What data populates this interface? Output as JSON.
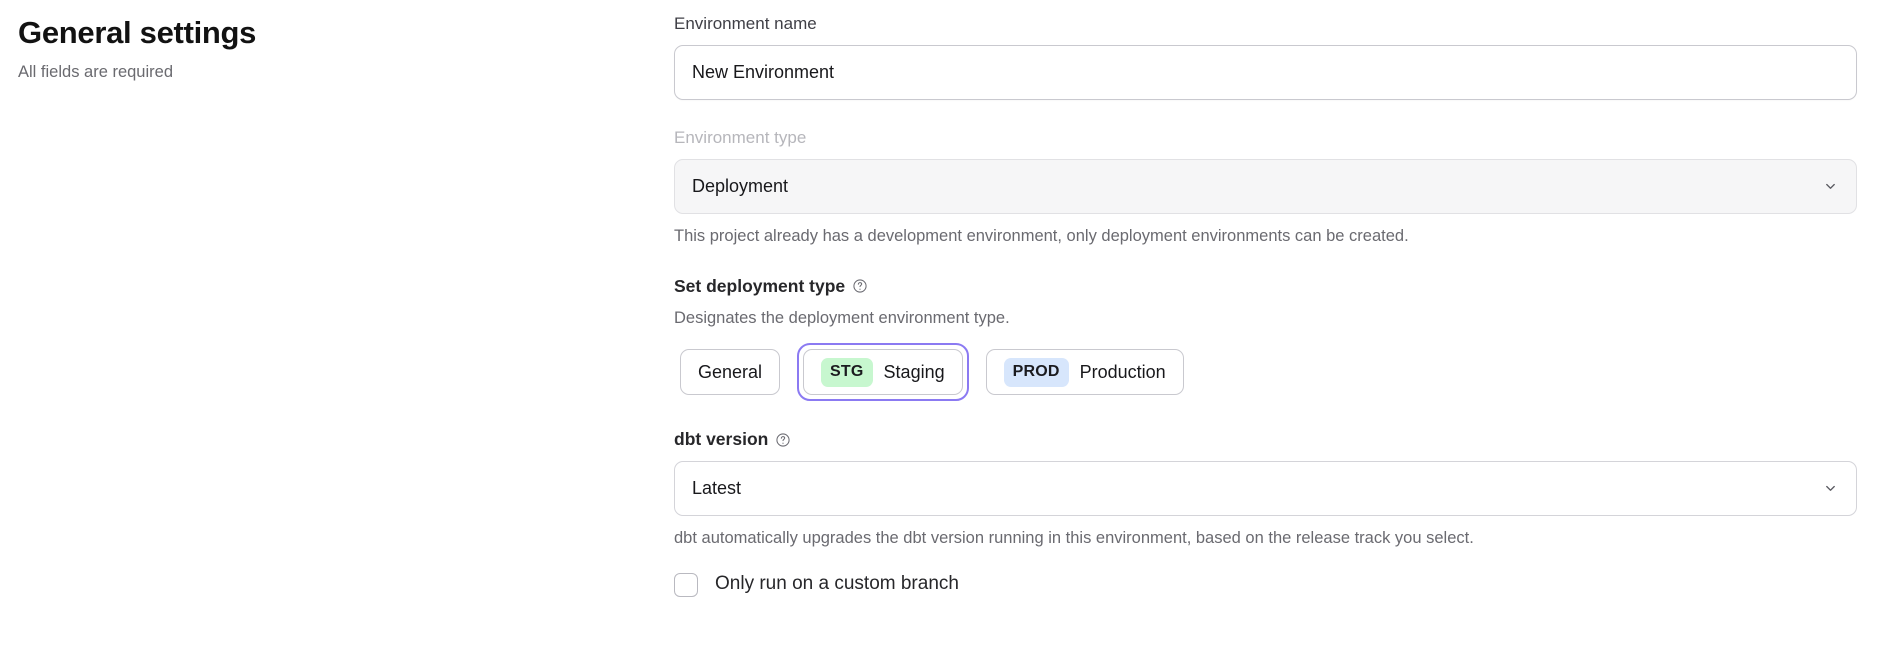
{
  "header": {
    "title": "General settings",
    "subtitle": "All fields are required"
  },
  "form": {
    "environment_name": {
      "label": "Environment name",
      "value": "New Environment",
      "placeholder": "Environment name"
    },
    "environment_type": {
      "label": "Environment type",
      "value": "Deployment",
      "hint": "This project already has a development environment, only deployment environments can be created.",
      "chevron_icon": "chevron-down-icon",
      "disabled": true
    },
    "deployment_type": {
      "label": "Set deployment type",
      "help_icon": "help-circle-icon",
      "description": "Designates the deployment environment type.",
      "options": [
        {
          "badge": "",
          "label": "General",
          "selected": false
        },
        {
          "badge": "STG",
          "label": "Staging",
          "selected": true,
          "badge_color": "#c7f7cf"
        },
        {
          "badge": "PROD",
          "label": "Production",
          "selected": false,
          "badge_color": "#d7e6fc"
        }
      ],
      "selected_ring_color": "#8b7af2"
    },
    "dbt_version": {
      "label": "dbt version",
      "help_icon": "help-circle-icon",
      "value": "Latest",
      "chevron_icon": "chevron-down-icon",
      "hint": "dbt automatically upgrades the dbt version running in this environment, based on the release track you select."
    },
    "custom_branch": {
      "label": "Only run on a custom branch",
      "checked": false
    }
  }
}
